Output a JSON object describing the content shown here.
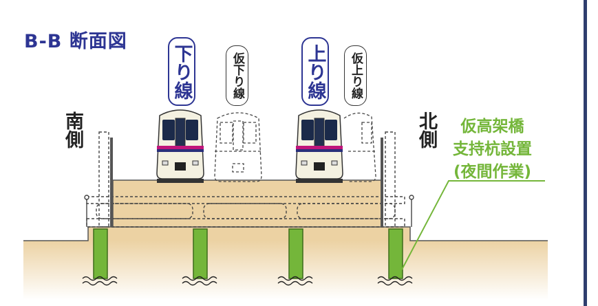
{
  "title": "B-B 断面図",
  "tracks": {
    "down_line": "下り線",
    "temp_down_line": "仮下り線",
    "up_line": "上り線",
    "temp_up_line": "仮上り線"
  },
  "sides": {
    "south": "南側",
    "north": "北側"
  },
  "callout": {
    "line1": "仮高架橋",
    "line2": "支持杭設置",
    "line3": "(夜間作業)"
  },
  "colors": {
    "label_blue": "#2d3593",
    "pile_green": "#74b63a",
    "ground_tan": "#ecd2a3",
    "train_magenta": "#c0157b",
    "train_navy": "#2a2f7a",
    "train_body": "#f4f1e1"
  }
}
